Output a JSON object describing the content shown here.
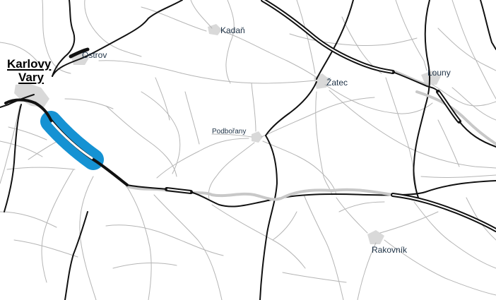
{
  "map": {
    "colors": {
      "background": "#ffffff",
      "minor_road": "#b5b5b5",
      "major_road": "#111111",
      "highway_casing": "#111111",
      "highway_inner": "#ffffff",
      "planned_route": "#c8c8c8",
      "urban_area": "#d9d9d9",
      "highlight": "#1592d3"
    },
    "places": [
      {
        "id": "karlovy-vary-line1",
        "name": "Karlovy"
      },
      {
        "id": "karlovy-vary-line2",
        "name": "Vary"
      },
      {
        "id": "ostrov",
        "name": "Ostrov"
      },
      {
        "id": "kadan",
        "name": "Kadaň"
      },
      {
        "id": "zatec",
        "name": "Žatec"
      },
      {
        "id": "louny",
        "name": "Louny"
      },
      {
        "id": "podborany",
        "name": "Podbořany"
      },
      {
        "id": "rakovnik",
        "name": "Rakovník"
      }
    ]
  }
}
